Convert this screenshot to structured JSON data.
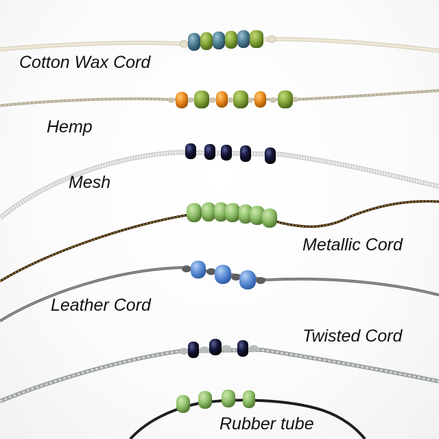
{
  "labels": {
    "cotton_wax_cord": "Cotton Wax Cord",
    "hemp": "Hemp",
    "mesh": "Mesh",
    "metallic_cord": "Metallic Cord",
    "leather_cord": "Leather Cord",
    "twisted_cord": "Twisted Cord",
    "rubber_tube": "Rubber tube"
  },
  "colors": {
    "bead_green": "#86a83a",
    "bead_blue_gray": "#4f7f95",
    "bead_orange": "#e98a1d",
    "bead_navy": "#15173a",
    "bead_pale_green": "#8fc06a",
    "bead_sky_blue": "#5e8fd8",
    "cord_cotton": "#e7e2cf",
    "cord_hemp": "#bdb6a3",
    "cord_mesh": "#e4e4e4",
    "cord_metallic": "#3a2a14",
    "cord_leather": "#707070",
    "cord_twisted": "#a9afae",
    "cord_rubber": "#1e1e1e"
  }
}
